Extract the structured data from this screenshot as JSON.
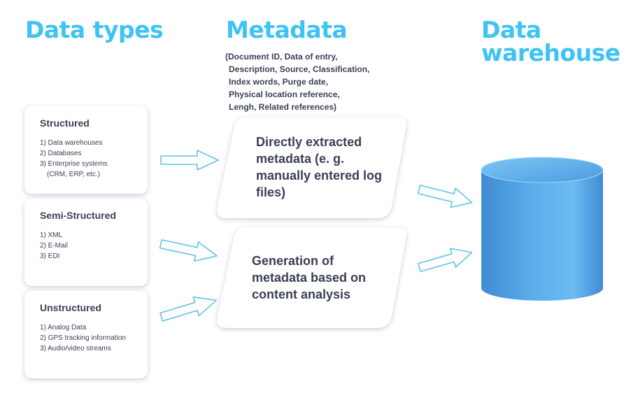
{
  "headings": {
    "data_types": "Data types",
    "metadata": "Metadata",
    "data_warehouse": "Data warehouse"
  },
  "metadata_fields": [
    "(Document ID, Data of entry,",
    "Description, Source, Classification,",
    "Index words, Purge date,",
    "Physical location reference,",
    "Lengh, Related references)"
  ],
  "data_types": [
    {
      "title": "Structured",
      "items": [
        "1) Data warehouses",
        "2) Databases",
        "3) Enterprise systems",
        "(CRM, ERP, etc.)"
      ]
    },
    {
      "title": "Semi-Structured",
      "items": [
        "1) XML",
        "2) E-Mail",
        "3) EDI"
      ]
    },
    {
      "title": "Unstructured",
      "items": [
        "1) Analog Data",
        "2) GPS tracking information",
        "3) Audio/video streams"
      ]
    }
  ],
  "processes": [
    {
      "text": "Directly extracted metadata (e. g. manually entered log files)"
    },
    {
      "text": "Generation of metadata based on content analysis"
    }
  ],
  "colors": {
    "heading": "#3ec3f4",
    "text": "#3a3f55",
    "arrow_outline": "#5fc3ea",
    "cylinder": "#4a98dc"
  }
}
